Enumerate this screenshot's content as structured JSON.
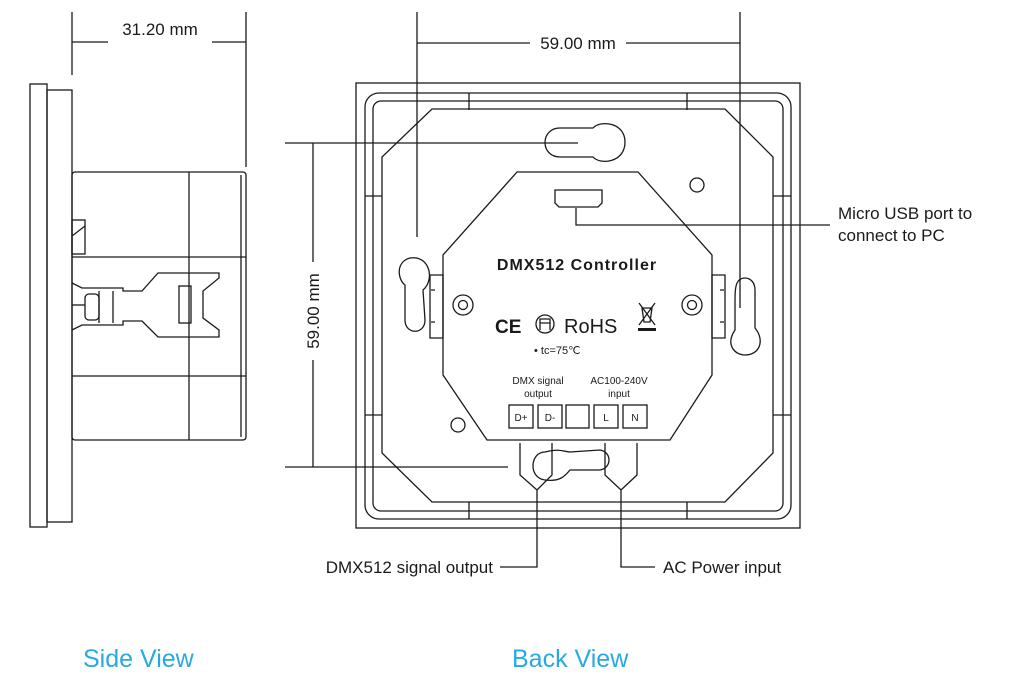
{
  "colors": {
    "line": "#1a1a1a",
    "caption": "#29a9e0"
  },
  "side_view": {
    "caption": "Side View",
    "depth_dimension": "31.20 mm"
  },
  "back_view": {
    "caption": "Back View",
    "width_dimension": "59.00 mm",
    "height_dimension": "59.00 mm",
    "module_title": "DMX512 Controller",
    "marks": {
      "ce": "CE",
      "rohs": "RoHS",
      "tc": "• tc=75℃"
    },
    "terminal_groups": [
      {
        "label_line1": "DMX signal",
        "label_line2": "output"
      },
      {
        "label_line1": "AC100-240V",
        "label_line2": "input"
      }
    ],
    "terminals": [
      "D+",
      "D-",
      "",
      "L",
      "N"
    ],
    "callouts": {
      "usb_line1": "Micro USB port to",
      "usb_line2": "connect to PC",
      "dmx_output": "DMX512 signal output",
      "ac_input": "AC Power input"
    }
  }
}
